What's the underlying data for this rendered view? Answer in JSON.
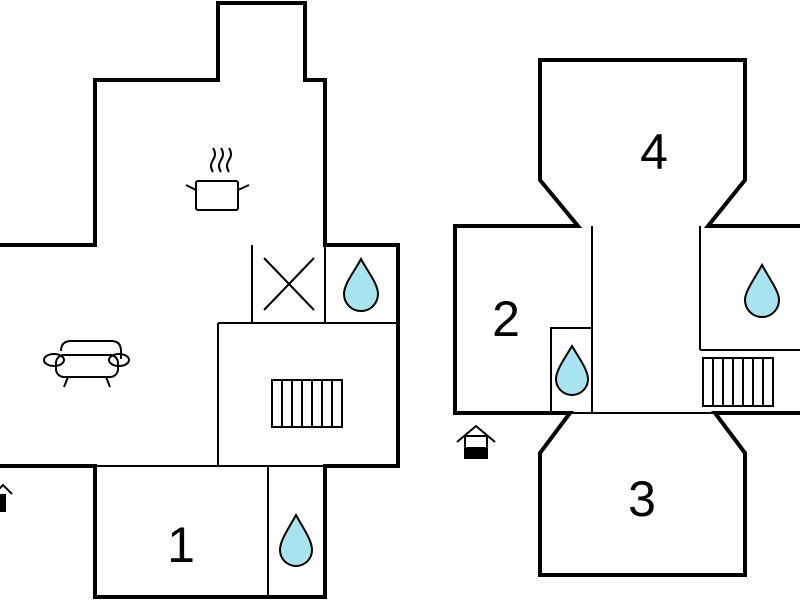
{
  "floorplan": {
    "colors": {
      "line": "#000000",
      "background": "#ffffff",
      "water": "#a8e4ef"
    },
    "rooms": [
      {
        "id": "room-1",
        "label": "1"
      },
      {
        "id": "room-2",
        "label": "2"
      },
      {
        "id": "room-3",
        "label": "3"
      },
      {
        "id": "room-4",
        "label": "4"
      }
    ],
    "icons": [
      "cooking-pot-icon",
      "sofa-icon",
      "radiator-icon",
      "water-drop-icon",
      "entrance-house-icon",
      "cross-icon"
    ]
  }
}
